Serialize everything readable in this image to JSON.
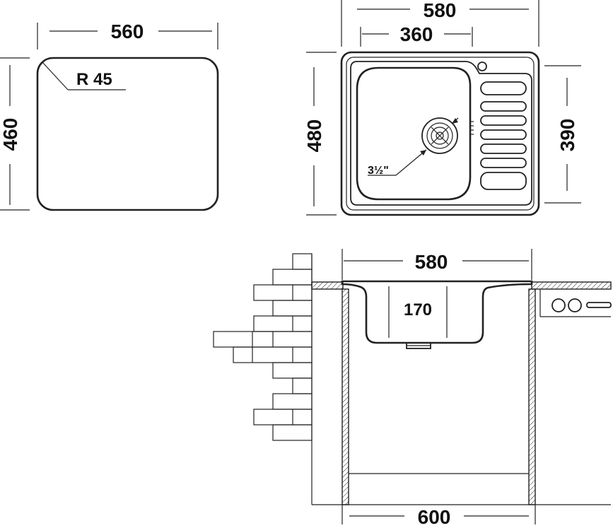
{
  "cutout": {
    "width_label": "560",
    "height_label": "460",
    "radius_label": "R 45"
  },
  "top_view": {
    "overall_width_label": "580",
    "bowl_width_label": "360",
    "overall_height_label": "480",
    "bowl_height_label": "390",
    "drain_label": "3½\""
  },
  "section_view": {
    "width_label": "580",
    "depth_label": "170",
    "cabinet_width_label": "600"
  },
  "colors": {
    "line": "#222222",
    "background": "#ffffff"
  }
}
